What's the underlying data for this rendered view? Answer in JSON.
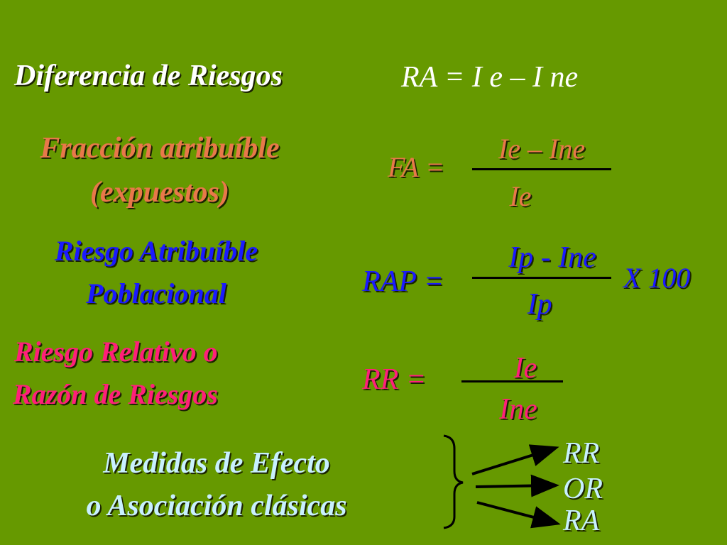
{
  "left": {
    "diferencia": "Diferencia de Riesgos",
    "fraccion_line1": "Fracción atribuíble",
    "fraccion_line2": "(expuestos)",
    "rap_line1": "Riesgo Atribuíble",
    "rap_line2": "Poblacional",
    "rr_line1": "Riesgo Relativo o",
    "rr_line2": "Razón de Riesgos",
    "medidas_line1": "Medidas de Efecto",
    "medidas_line2": "o Asociación clásicas"
  },
  "formulas": {
    "ra": {
      "text": "RA = I e – I ne"
    },
    "fa": {
      "lhs": "FA =",
      "num": "Ie – Ine",
      "den": "Ie"
    },
    "rap": {
      "lhs": "RAP =",
      "num": "Ip - Ine",
      "den": "Ip",
      "factor": "X 100"
    },
    "rr": {
      "lhs": "RR =",
      "num": "Ie",
      "den": "Ine"
    }
  },
  "measures": [
    "RR",
    "OR",
    "RA"
  ],
  "colors": {
    "background": "#669900",
    "white": "#ffffff",
    "orange": "#e8784a",
    "blue": "#1a1aff",
    "pink": "#ff1f7a",
    "cyan": "#c8f0ff"
  }
}
